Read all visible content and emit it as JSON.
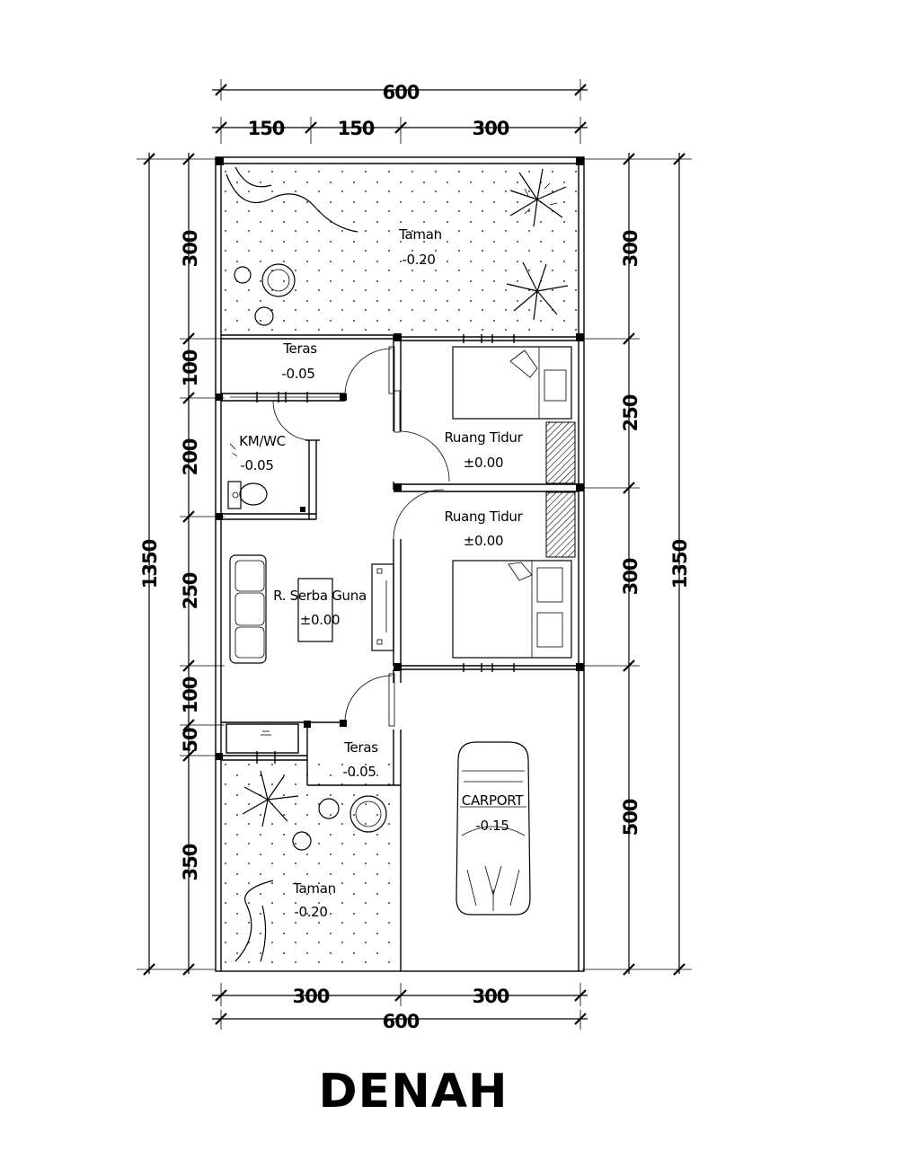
{
  "title": "DENAH",
  "dimensions": {
    "top_total": "600",
    "top_segments": [
      "150",
      "150",
      "300"
    ],
    "bottom_segments": [
      "300",
      "300"
    ],
    "bottom_total": "600",
    "left_total": "1350",
    "left_segments": [
      "300",
      "100",
      "200",
      "250",
      "100",
      "50",
      "350"
    ],
    "right_segments": [
      "300",
      "250",
      "300",
      "500"
    ],
    "right_total": "1350"
  },
  "rooms": {
    "taman_top": {
      "name": "Taman",
      "level": "-0.20"
    },
    "teras_top": {
      "name": "Teras",
      "level": "-0.05"
    },
    "kmwc": {
      "name": "KM/WC",
      "level": "-0.05"
    },
    "bedroom1": {
      "name": "Ruang Tidur",
      "level": "±0.00"
    },
    "bedroom2": {
      "name": "Ruang Tidur",
      "level": "±0.00"
    },
    "serbaguna": {
      "name": "R. Serba Guna",
      "level": "±0.00"
    },
    "teras_bottom": {
      "name": "Teras",
      "level": "-0.05"
    },
    "carport": {
      "name": "CARPORT",
      "level": "-0.15"
    },
    "taman_bottom": {
      "name": "Taman",
      "level": "-0.20"
    }
  }
}
